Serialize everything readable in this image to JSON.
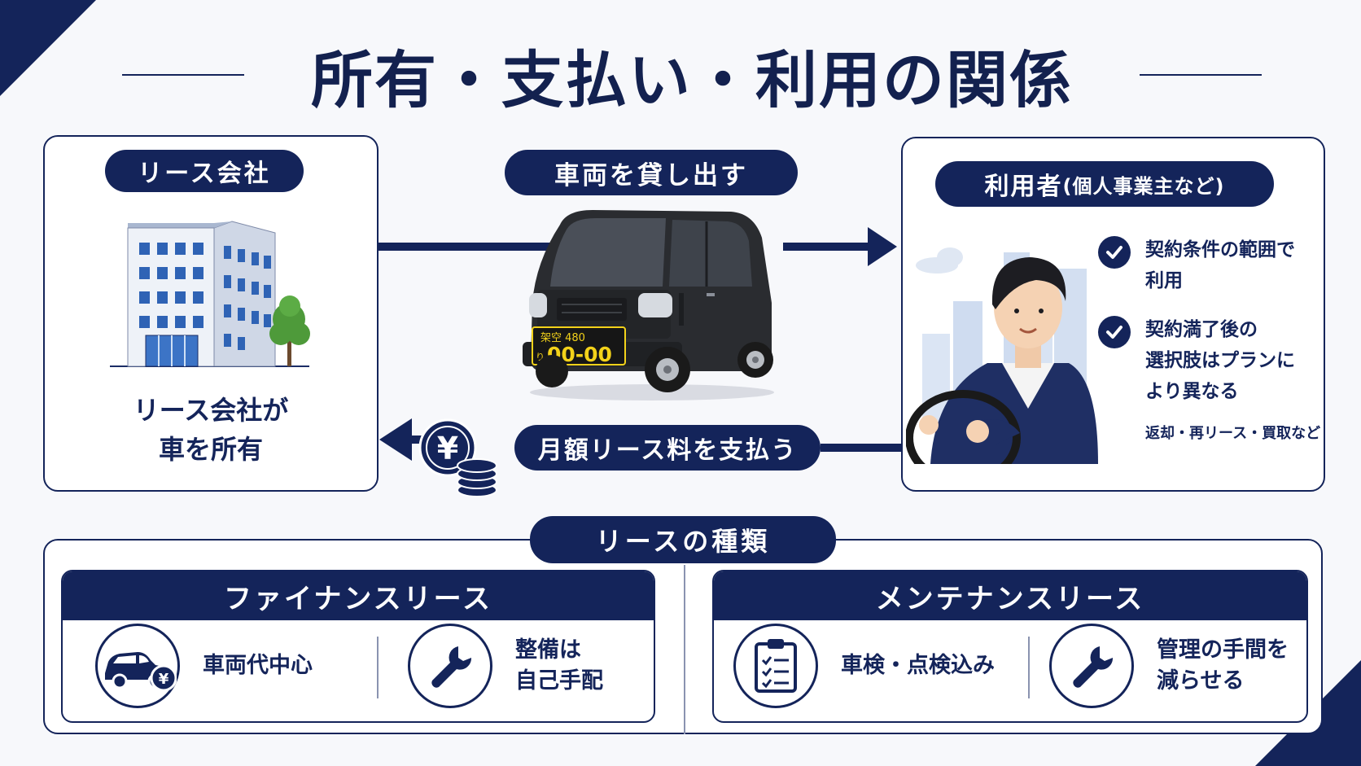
{
  "title": "所有・支払い・利用の関係",
  "lessor": {
    "label": "リース会社",
    "caption_line1": "リース会社が",
    "caption_line2": "車を所有",
    "icon": "office-building-icon"
  },
  "flow": {
    "lend_label": "車両を貸し出す",
    "pay_label": "月額リース料を支払う",
    "plate_top": "架空 480",
    "plate_kana": "り",
    "plate_number": "00-00",
    "yen_symbol": "¥"
  },
  "user": {
    "label": "利用者",
    "label_sub": "(個人事業主など)",
    "items": [
      {
        "line1": "契約条件の範囲で",
        "line2": "利用"
      },
      {
        "line1": "契約満了後の",
        "line2": "選択肢はプランに",
        "line3": "より異なる"
      }
    ],
    "note": "返却・再リース・買取など"
  },
  "types": {
    "label": "リースの種類",
    "finance": {
      "title": "ファイナンスリース",
      "feature1": "車両代中心",
      "feature2_line1": "整備は",
      "feature2_line2": "自己手配"
    },
    "maintenance": {
      "title": "メンテナンスリース",
      "feature1": "車検・点検込み",
      "feature2_line1": "管理の手間を",
      "feature2_line2": "減らせる"
    }
  },
  "colors": {
    "navy": "#14245a",
    "background": "#f7f8fb"
  }
}
